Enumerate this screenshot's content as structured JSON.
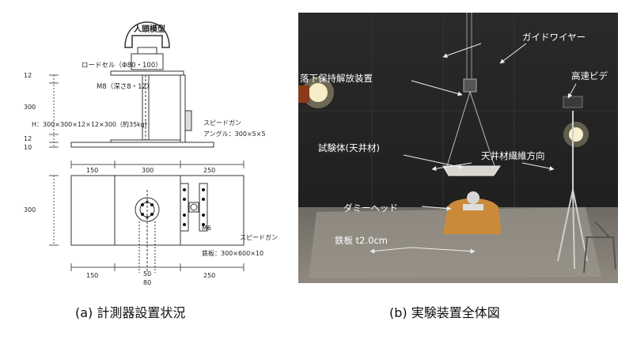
{
  "left_panel": {
    "head_label": "人頭模型",
    "loadcell_label": "ロードセル（Φ80・100）",
    "bolt_label": "M8（深さ8・12）",
    "h_label": "H：300×300×12×12×300（約35kg）",
    "speedgun_top": "スピードガン",
    "angle_label": "アングル：300×5×5",
    "dim_left": [
      "12",
      "300",
      "12",
      "10"
    ],
    "dim_top": [
      "150",
      "300",
      "250"
    ],
    "dim_plan_left": "300",
    "m6_label": "M6",
    "speedgun_plan": "スピードガン",
    "plate_label": "鉄板：300×600×10",
    "dim_bottom": [
      "150",
      "50",
      "250"
    ],
    "dim_bottom2": "80"
  },
  "right_panel": {
    "guide_wire": "ガイドワイヤー",
    "release_device": "落下保持解放装置",
    "camera": "高速ビデ",
    "specimen": "試験体(天井材)",
    "fiber_dir": "天井材繊維方向",
    "dummy_head": "ダミーヘッド",
    "steel_plate": "鉄板 t2.0cm"
  },
  "captions": {
    "a": "(a) 計測器設置状況",
    "b": "(b) 実験装置全体図"
  }
}
